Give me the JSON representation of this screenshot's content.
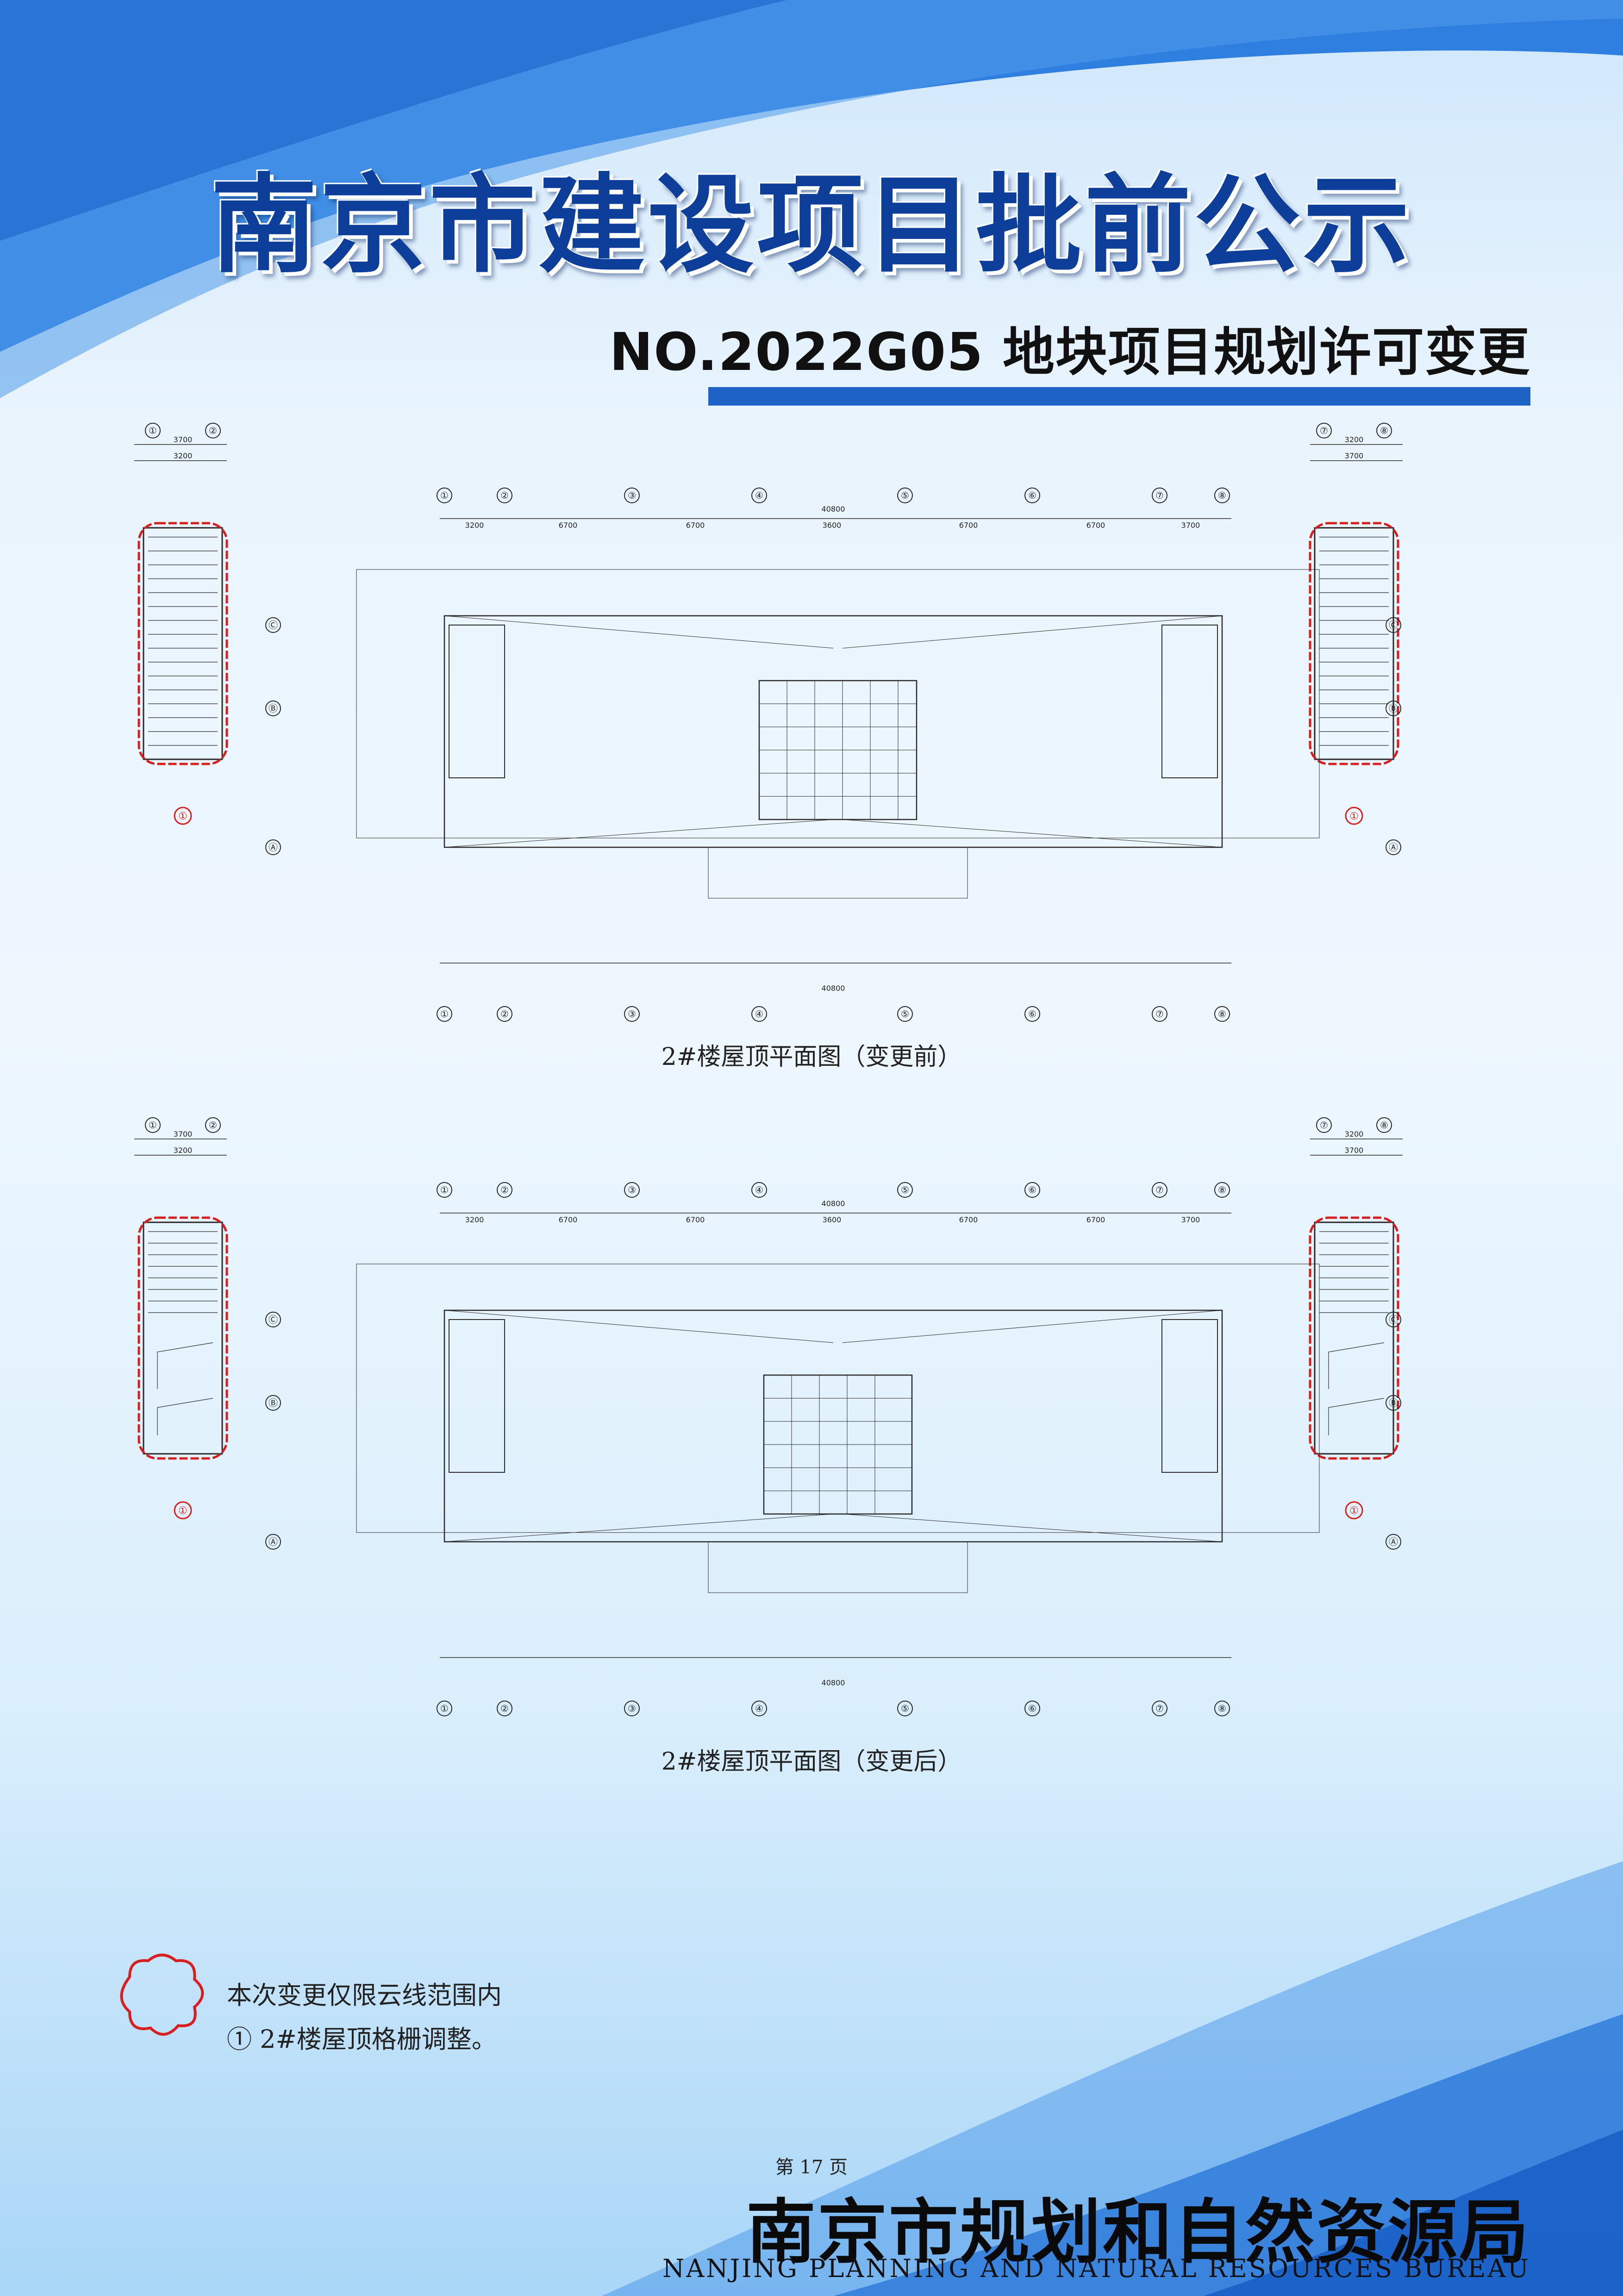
{
  "header": {
    "title": "南京市建设项目批前公示",
    "subtitle": "NO.2022G05 地块项目规划许可变更"
  },
  "drawings": [
    {
      "caption": "2#楼屋顶平面图（变更前）",
      "axes_top": [
        "①",
        "②",
        "③",
        "④",
        "⑤",
        "⑥",
        "⑦",
        "⑧"
      ],
      "axes_side": [
        "Ⓒ",
        "Ⓑ",
        "Ⓐ"
      ],
      "dims": [
        "3200",
        "6700",
        "6700",
        "3600",
        "6700",
        "6700",
        "3700"
      ],
      "total": "40800",
      "detail_left_axes": [
        "①",
        "②"
      ],
      "detail_right_axes": [
        "⑦",
        "⑧"
      ],
      "detail_dims": [
        "3700",
        "3200"
      ],
      "marker": "①"
    },
    {
      "caption": "2#楼屋顶平面图（变更后）",
      "axes_top": [
        "①",
        "②",
        "③",
        "④",
        "⑤",
        "⑥",
        "⑦",
        "⑧"
      ],
      "axes_side": [
        "Ⓒ",
        "Ⓑ",
        "Ⓐ"
      ],
      "dims": [
        "3200",
        "6700",
        "6700",
        "3600",
        "6700",
        "6700",
        "3700"
      ],
      "total": "40800",
      "detail_left_axes": [
        "①",
        "②"
      ],
      "detail_right_axes": [
        "⑦",
        "⑧"
      ],
      "detail_dims": [
        "3700",
        "3200"
      ],
      "marker": "①"
    }
  ],
  "legend": {
    "line1": "本次变更仅限云线范围内",
    "line2": "① 2#楼屋顶格栅调整。"
  },
  "footer": {
    "page": "第 17 页",
    "bureau": "南京市规划和自然资源局",
    "bureau_en": "NANJING PLANNING AND NATURAL RESOURCES BUREAU"
  },
  "colors": {
    "accent": "#1f62c6",
    "title": "#0d3f9a",
    "cloud": "#d62020",
    "line": "#2a2a2a"
  }
}
